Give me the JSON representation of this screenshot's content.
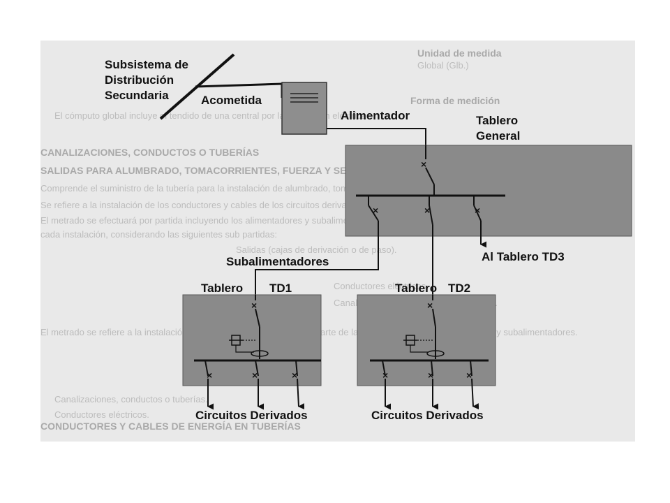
{
  "labels": {
    "subsistema_l1": "Subsistema de",
    "subsistema_l2": "Distribución",
    "subsistema_l3": "Secundaria",
    "acometida": "Acometida",
    "alimentador": "Alimentador",
    "tablero_general_l1": "Tablero",
    "tablero_general_l2": "General",
    "al_tablero_td3": "Al Tablero TD3",
    "subalimentadores": "Subalimentadores",
    "td1_tablero": "Tablero",
    "td1_name": "TD1",
    "td2_tablero": "Tablero",
    "td2_name": "TD2",
    "circuitos_1": "Circuitos Derivados",
    "circuitos_2": "Circuitos Derivados"
  },
  "background_text": [
    {
      "text": "Unidad de medida",
      "bold": true
    },
    {
      "text": "Global (Glb.)",
      "bold": false
    },
    {
      "text": "Forma de medición",
      "bold": true
    },
    {
      "text": "El cómputo global incluye el tendido de una central por la instalación eléctrica",
      "bold": false
    },
    {
      "text": "CANALIZACIONES, CONDUCTOS O TUBERÍAS",
      "bold": true
    },
    {
      "text": "SALIDAS PARA ALUMBRADO, TOMACORRIENTES, FUERZA Y SEÑALES",
      "bold": true
    },
    {
      "text": "Comprende el suministro de la tubería para la instalación de alumbrado, tomacorrientes y circuitos derivados necesarios.",
      "bold": false
    },
    {
      "text": "Se refiere a la instalación de los conductores y cables de los circuitos derivados hasta los alimentadores.",
      "bold": false
    },
    {
      "text": "El metrado se efectuará por partida incluyendo los alimentadores y subalimentadores de",
      "bold": false
    },
    {
      "text": "cada instalación, considerando las siguientes sub partidas:",
      "bold": false
    },
    {
      "text": "Salidas (cajas de derivación o de paso).",
      "bold": false
    },
    {
      "text": "Conductores eléctricos.",
      "bold": false
    },
    {
      "text": "Canalizaciones o tuberías de protección.",
      "bold": false
    },
    {
      "text": "El metrado se refiere a la instalación de alumbrado, tomacorrientes, parte de la instalación de circuitos derivados y subalimentadores.",
      "bold": false
    },
    {
      "text": "Canalizaciones, conductos o tuberías.",
      "bold": false
    },
    {
      "text": "Conductores eléctricos.",
      "bold": false
    },
    {
      "text": "CONDUCTORES Y CABLES DE ENERGÍA EN TUBERÍAS",
      "bold": true
    }
  ]
}
